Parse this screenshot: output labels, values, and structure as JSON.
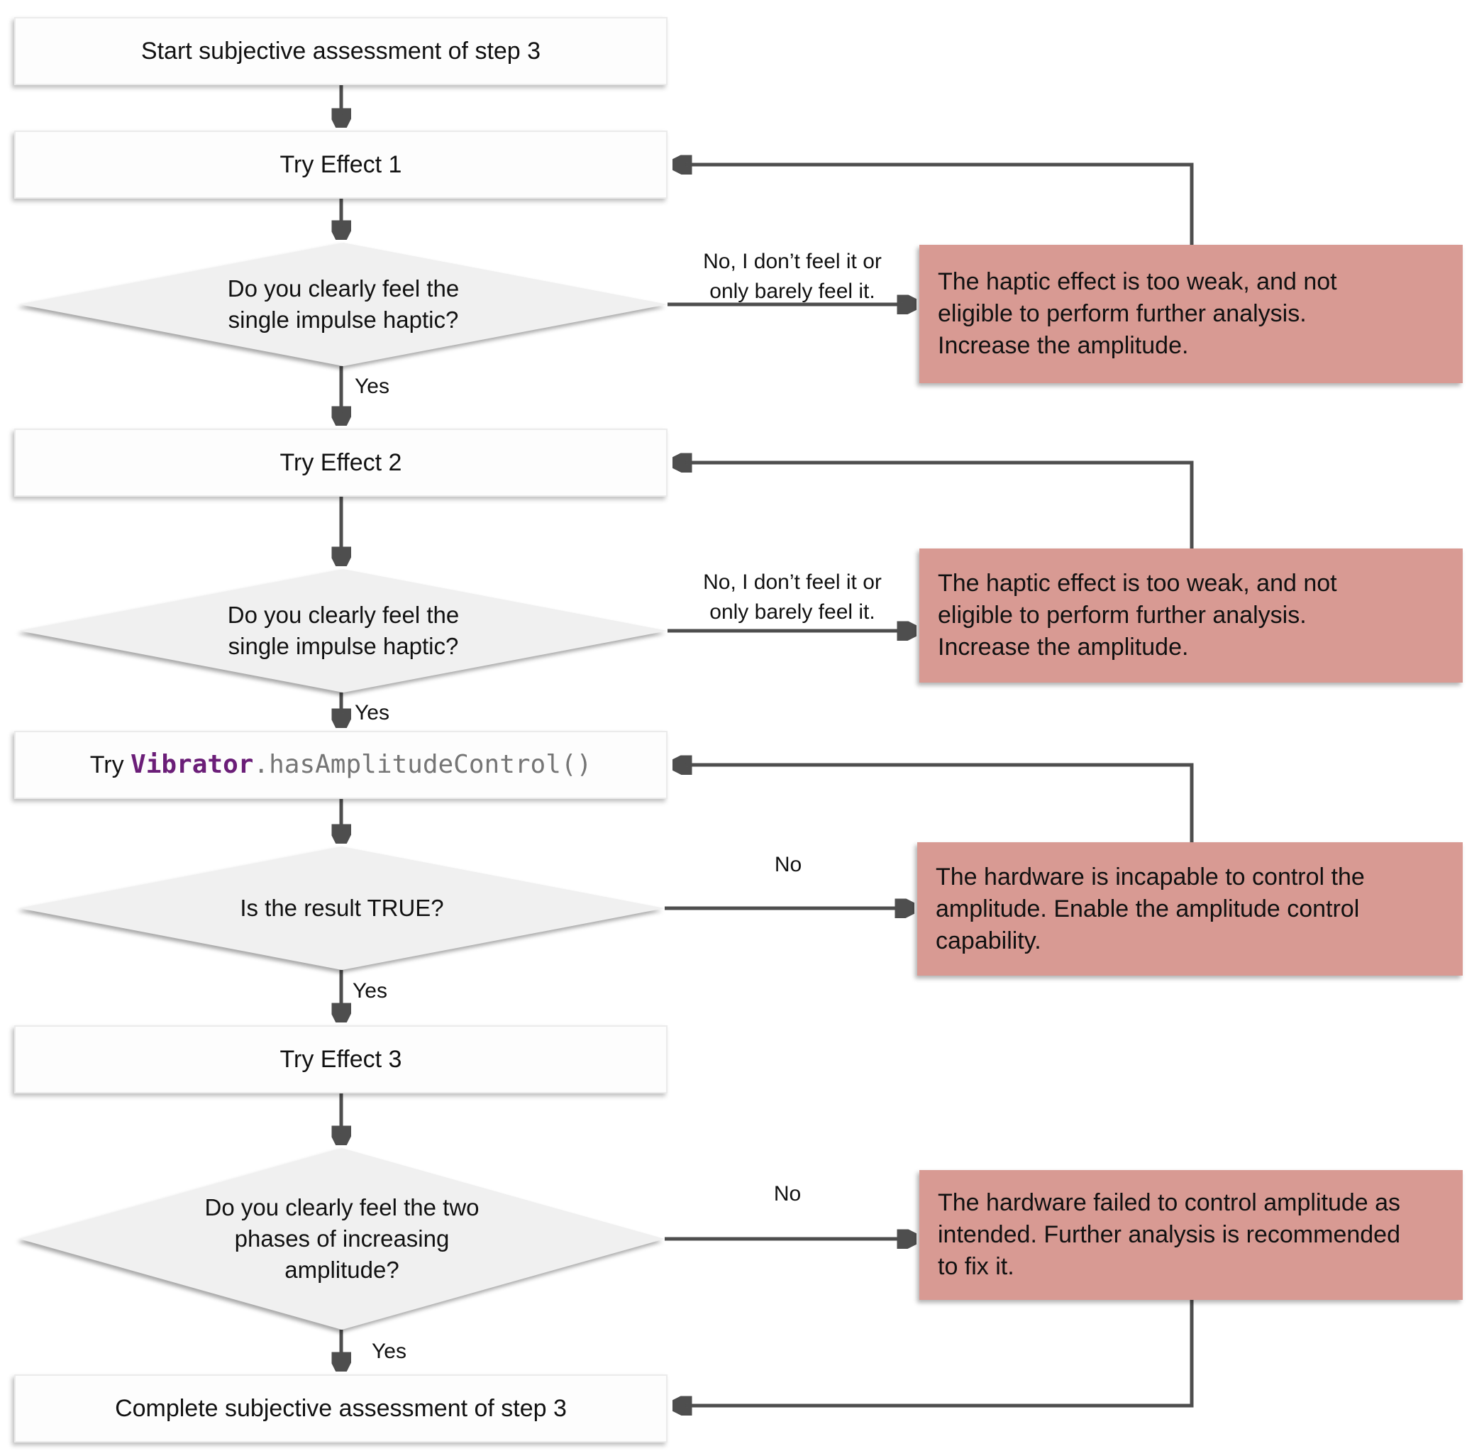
{
  "nodes": {
    "start": {
      "label": "Start subjective assessment of step 3"
    },
    "try_effect_1": {
      "label": "Try Effect 1"
    },
    "decision_1": {
      "question": "Do you clearly feel the\nsingle impulse haptic?"
    },
    "warning_1": {
      "text": "The haptic effect is too weak, and not\neligible to perform further analysis.\nIncrease the amplitude."
    },
    "try_effect_2": {
      "label": "Try Effect 2"
    },
    "decision_2": {
      "question": "Do you clearly feel the\nsingle impulse haptic?"
    },
    "warning_2": {
      "text": "The haptic effect is too weak, and not\neligible to perform further analysis.\nIncrease the amplitude."
    },
    "code_step": {
      "prefix": "Try ",
      "class_name": "Vibrator",
      "method": ".hasAmplitudeControl()"
    },
    "decision_3": {
      "question": "Is the result TRUE?"
    },
    "warning_3": {
      "text": "The hardware is incapable to control the\namplitude. Enable the amplitude control\ncapability."
    },
    "try_effect_3": {
      "label": "Try Effect 3"
    },
    "decision_4": {
      "question": "Do you clearly feel the two\nphases of increasing\namplitude?"
    },
    "warning_4": {
      "text": "The hardware failed to control amplitude as\nintended. Further analysis is recommended\nto fix it."
    },
    "complete": {
      "label": "Complete subjective assessment of step 3"
    }
  },
  "edge_labels": {
    "no_feel_1": "No, I don’t feel it or\nonly barely feel it.",
    "no_feel_2": "No, I don’t feel it or\nonly barely feel it.",
    "yes_1": "Yes",
    "yes_2": "Yes",
    "yes_3": "Yes",
    "yes_4": "Yes",
    "no_3": "No",
    "no_4": "No"
  },
  "colors": {
    "warning_fill": "#D89A93",
    "connector": "#4E4E4E",
    "diamond_fill": "#F0F0F0",
    "box_fill": "#FDFDFD",
    "code_class_purple": "#6B1E78",
    "code_method_gray": "#757575"
  }
}
